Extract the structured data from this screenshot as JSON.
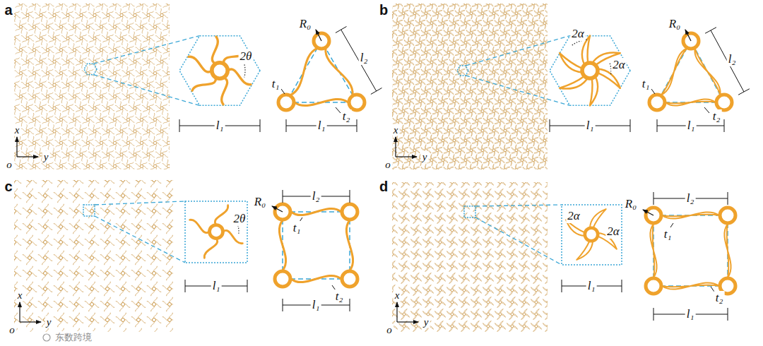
{
  "diagram": {
    "labels": [
      "a",
      "2θ",
      "R₀",
      "l₂",
      "t₁",
      "t₂",
      "l₁",
      "l₁",
      "x",
      "o",
      "y",
      "b",
      "2α",
      "2α",
      "R₀",
      "l₂",
      "t₁",
      "t₂",
      "l₁",
      "l₁",
      "x",
      "o",
      "y",
      "c",
      "2θ",
      "R₀",
      "l₂",
      "t₁",
      "t₂",
      "l₁",
      "l₁",
      "x",
      "o",
      "y",
      "d",
      "2α",
      "2α",
      "R₀",
      "l₂",
      "t₁",
      "t₂",
      "l₁",
      "l₁",
      "x",
      "o",
      "y",
      "东数跨境"
    ]
  }
}
